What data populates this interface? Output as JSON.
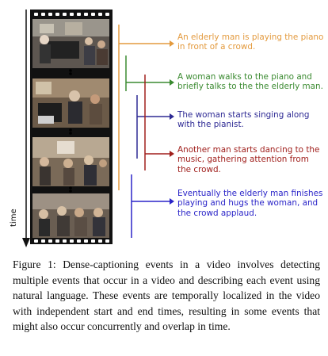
{
  "figure": {
    "axis_label": "time",
    "events": [
      {
        "text": "An elderly man is playing the piano in front of a crowd.",
        "color": "#e39a3e"
      },
      {
        "text": "A woman walks to the piano and briefly talks to the the elderly man.",
        "color": "#3a8a30"
      },
      {
        "text": "The woman starts singing along with the pianist.",
        "color": "#2e2a94"
      },
      {
        "text": "Another man starts dancing to the music, gathering attention from the crowd.",
        "color": "#a01f1c"
      },
      {
        "text": "Eventually the elderly man finishes playing and hugs the woman, and the crowd applaud.",
        "color": "#2a24c8"
      }
    ]
  },
  "caption": "Figure 1: Dense-captioning events in a video involves detecting multiple events that occur in a video and describing each event using natural language. These events are temporally localized in the video with independent start and end times, resulting in some events that might also occur concurrently and overlap in time."
}
